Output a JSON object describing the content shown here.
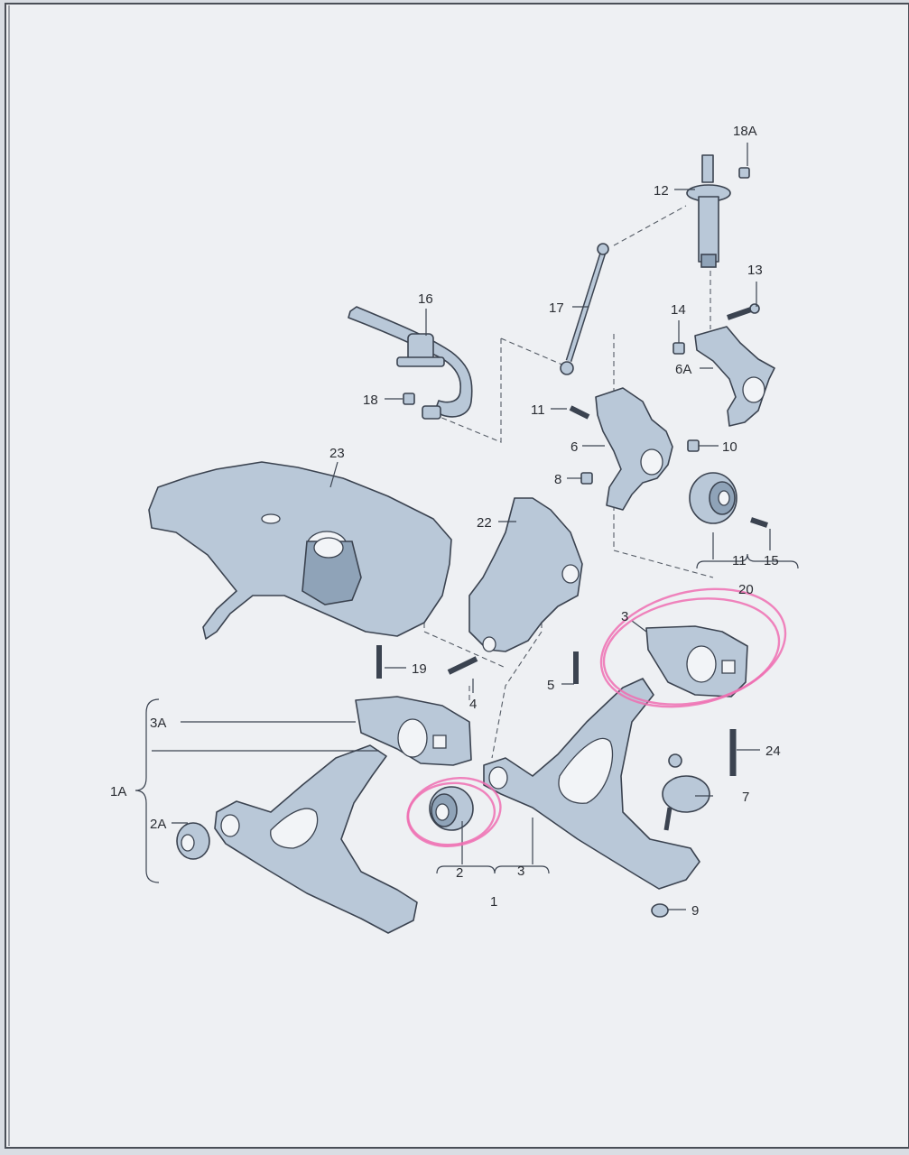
{
  "diagram": {
    "callouts": [
      {
        "id": "18a",
        "text": "18A"
      },
      {
        "id": "12",
        "text": "12"
      },
      {
        "id": "13",
        "text": "13"
      },
      {
        "id": "16",
        "text": "16"
      },
      {
        "id": "17",
        "text": "17"
      },
      {
        "id": "14",
        "text": "14"
      },
      {
        "id": "6a",
        "text": "6A"
      },
      {
        "id": "18",
        "text": "18"
      },
      {
        "id": "11a",
        "text": "11"
      },
      {
        "id": "10",
        "text": "10"
      },
      {
        "id": "6",
        "text": "6"
      },
      {
        "id": "8",
        "text": "8"
      },
      {
        "id": "23",
        "text": "23"
      },
      {
        "id": "22",
        "text": "22"
      },
      {
        "id": "11b",
        "text": "11"
      },
      {
        "id": "15",
        "text": "15"
      },
      {
        "id": "20",
        "text": "20"
      },
      {
        "id": "3b",
        "text": "3"
      },
      {
        "id": "19",
        "text": "19"
      },
      {
        "id": "4",
        "text": "4"
      },
      {
        "id": "5",
        "text": "5"
      },
      {
        "id": "3a",
        "text": "3A"
      },
      {
        "id": "24",
        "text": "24"
      },
      {
        "id": "1a",
        "text": "1A"
      },
      {
        "id": "7",
        "text": "7"
      },
      {
        "id": "2a",
        "text": "2A"
      },
      {
        "id": "2",
        "text": "2"
      },
      {
        "id": "3",
        "text": "3"
      },
      {
        "id": "1",
        "text": "1"
      },
      {
        "id": "9",
        "text": "9"
      }
    ],
    "colors": {
      "paper": "#eef0f3",
      "part_fill": "#b9c8d8",
      "outline": "#3b4350",
      "highlight_ink": "#ef6fb2"
    }
  }
}
